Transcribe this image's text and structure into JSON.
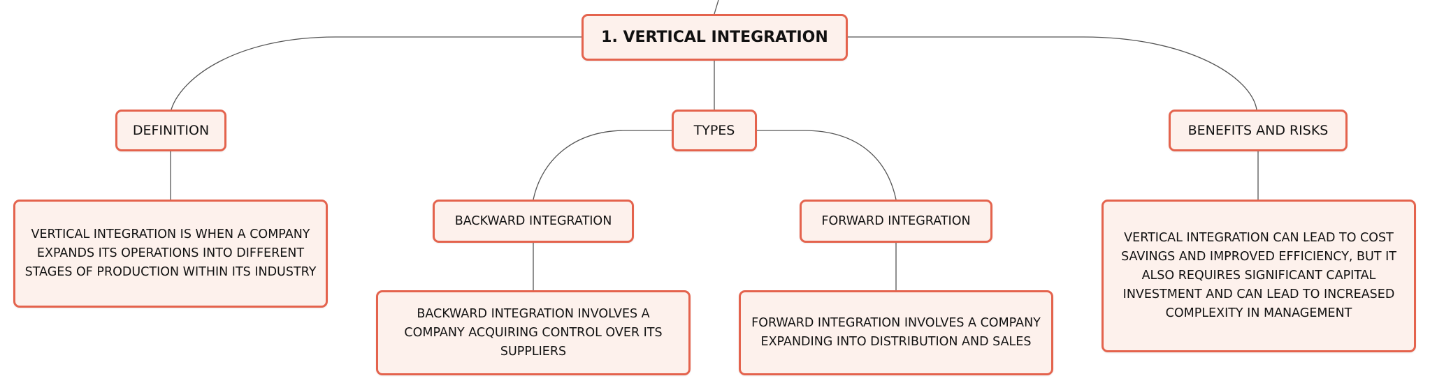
{
  "diagram": {
    "root": {
      "label": "1. VERTICAL INTEGRATION"
    },
    "branches": {
      "definition": {
        "label": "DEFINITION",
        "detail": "VERTICAL INTEGRATION IS WHEN A COMPANY EXPANDS ITS OPERATIONS INTO DIFFERENT STAGES OF PRODUCTION WITHIN ITS INDUSTRY"
      },
      "types": {
        "label": "TYPES",
        "children": {
          "backward": {
            "label": "BACKWARD INTEGRATION",
            "detail": "BACKWARD INTEGRATION INVOLVES A COMPANY ACQUIRING CONTROL OVER ITS SUPPLIERS"
          },
          "forward": {
            "label": "FORWARD INTEGRATION",
            "detail": "FORWARD INTEGRATION INVOLVES A COMPANY EXPANDING INTO DISTRIBUTION AND SALES"
          }
        }
      },
      "benefits_risks": {
        "label": "BENEFITS AND RISKS",
        "detail": "VERTICAL INTEGRATION CAN LEAD TO COST SAVINGS AND IMPROVED EFFICIENCY, BUT IT ALSO REQUIRES SIGNIFICANT CAPITAL INVESTMENT AND CAN LEAD TO INCREASED COMPLEXITY IN MANAGEMENT"
      }
    },
    "colors": {
      "node_border": "#e4634d",
      "node_fill": "#fdf1ec",
      "connector": "#555555"
    }
  }
}
